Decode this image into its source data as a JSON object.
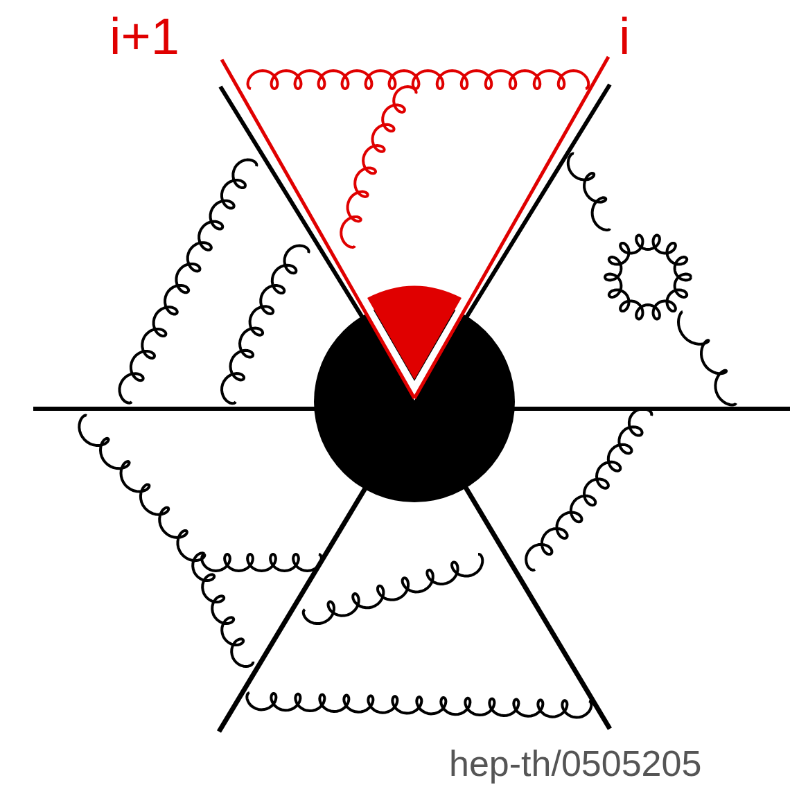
{
  "diagram": {
    "labels": [
      "i+1",
      "i",
      "hep-th/0505205"
    ]
  }
}
